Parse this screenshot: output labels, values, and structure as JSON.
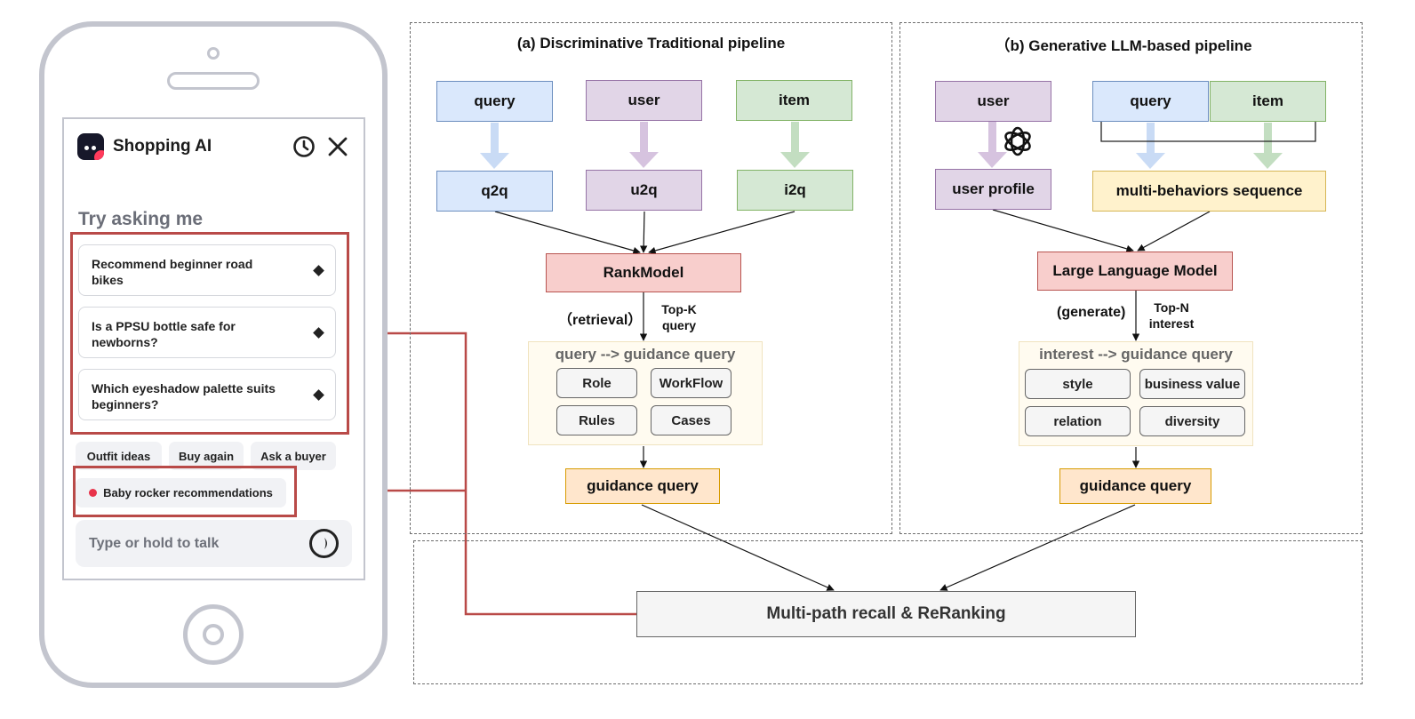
{
  "phone": {
    "app_title": "Shopping AI",
    "icons": {
      "logo": "app-logo-icon",
      "history": "clock-icon",
      "close": "close-icon",
      "voice": "voice-icon"
    },
    "try_heading": "Try asking me",
    "suggestions": [
      {
        "line1": "Recommend beginner road",
        "line2": "bikes"
      },
      {
        "line1": "Is a PPSU bottle safe for",
        "line2": "newborns?"
      },
      {
        "line1": "Which eyeshadow palette suits",
        "line2": "beginners?"
      }
    ],
    "chips": [
      "Outfit ideas",
      "Buy again",
      "Ask a buyer"
    ],
    "highlight_chip": "Baby rocker recommendations",
    "input_placeholder": "Type or hold to talk"
  },
  "panel_a": {
    "title": "(a)  Discriminative Traditional pipeline",
    "inputs": [
      "query",
      "user",
      "item"
    ],
    "mapped": [
      "q2q",
      "u2q",
      "i2q"
    ],
    "model": "RankModel",
    "edge_left": "（retrieval）",
    "edge_right_line1": "Top-K",
    "edge_right_line2": "query",
    "prompt_title": "query --> guidance query",
    "prompt_items": [
      "Role",
      "WorkFlow",
      "Rules",
      "Cases"
    ],
    "output": "guidance query"
  },
  "panel_b": {
    "title": "（b)  Generative LLM-based pipeline",
    "inputs": [
      "user",
      "query",
      "item"
    ],
    "user_profile": "user profile",
    "sequence": "multi-behaviors sequence",
    "model": "Large Language Model",
    "edge_left": "(generate)",
    "edge_right_line1": "Top-N",
    "edge_right_line2": "interest",
    "prompt_title": "interest --> guidance query",
    "prompt_items": [
      "style",
      "business value",
      "relation",
      "diversity"
    ],
    "output": "guidance query",
    "llm_icon": "openai-logo-icon"
  },
  "merge": {
    "label": "Multi-path recall & ReRanking"
  },
  "colors": {
    "blue_fill": "#dae8fc",
    "purple_fill": "#e1d5e7",
    "green_fill": "#d5e8d4",
    "yellow_fill": "#fff2cc",
    "red_fill": "#f8cecc",
    "orange_fill": "#ffe6cc",
    "highlight_frame": "#b94a48",
    "accent_dot": "#e8334a"
  }
}
